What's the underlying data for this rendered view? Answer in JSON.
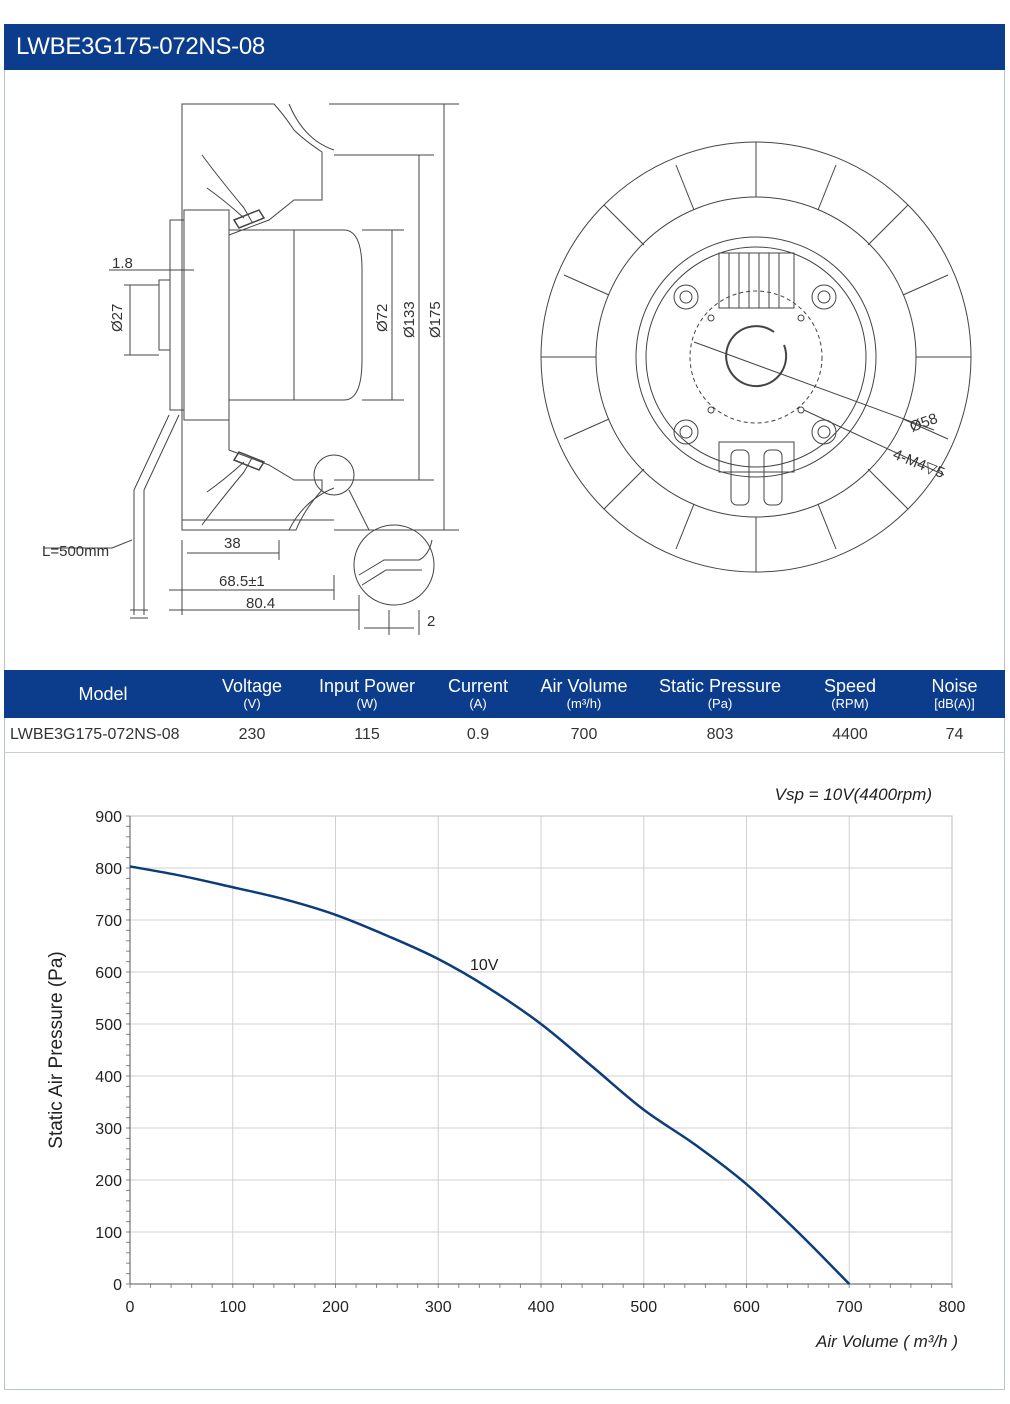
{
  "page": {
    "title": "LWBE3G175-072NS-08"
  },
  "drawing": {
    "dims": {
      "d1": "1.8",
      "d2": "Ø27",
      "d3": "Ø72",
      "d4": "Ø133",
      "d5": "Ø175",
      "d6": "38",
      "d7": "68.5±1",
      "d8": "80.4",
      "d9": "2",
      "d10": "L=500mm",
      "d11": "Ø58",
      "d12": "4-M4▽5"
    }
  },
  "spec_table": {
    "columns": [
      {
        "label": "Model",
        "unit": ""
      },
      {
        "label": "Voltage",
        "unit": "(V)"
      },
      {
        "label": "Input Power",
        "unit": "(W)"
      },
      {
        "label": "Current",
        "unit": "(A)"
      },
      {
        "label": "Air Volume",
        "unit": "(m³/h)"
      },
      {
        "label": "Static Pressure",
        "unit": "(Pa)"
      },
      {
        "label": "Speed",
        "unit": "(RPM)"
      },
      {
        "label": "Noise",
        "unit": "[dB(A)]"
      }
    ],
    "row": [
      "LWBE3G175-072NS-08",
      "230",
      "115",
      "0.9",
      "700",
      "803",
      "4400",
      "74"
    ]
  },
  "chart_data": {
    "type": "line",
    "title": "Vsp = 10V(4400rpm)",
    "xlabel": "Air Volume ( m³/h )",
    "ylabel": "Static Air Pressure  (Pa)",
    "xlim": [
      0,
      800
    ],
    "ylim": [
      0,
      900
    ],
    "xticks": [
      "0",
      "100",
      "200",
      "300",
      "400",
      "500",
      "600",
      "700",
      "800"
    ],
    "yticks": [
      "0",
      "100",
      "200",
      "300",
      "400",
      "500",
      "600",
      "700",
      "800",
      "900"
    ],
    "grid": true,
    "color": "#0c3d7a",
    "series": [
      {
        "name": "10V",
        "x": [
          0,
          50,
          100,
          150,
          200,
          250,
          300,
          350,
          400,
          450,
          500,
          550,
          600,
          650,
          700
        ],
        "y": [
          803,
          785,
          763,
          740,
          710,
          670,
          625,
          568,
          500,
          418,
          335,
          268,
          192,
          100,
          0
        ]
      }
    ]
  }
}
